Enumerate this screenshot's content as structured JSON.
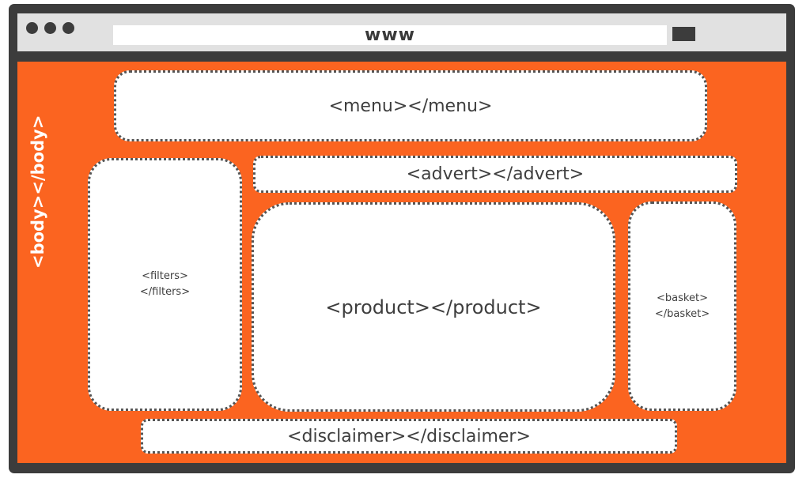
{
  "browser": {
    "url_text": "www",
    "window_dots": [
      "dot-1",
      "dot-2",
      "dot-3"
    ],
    "chrome_color": "#3c3c3c",
    "titlebar_color": "#e1e1e1"
  },
  "body": {
    "label": "<body></body>",
    "background_color": "#fb6420"
  },
  "regions": {
    "menu": {
      "label": "<menu></menu>"
    },
    "advert": {
      "label": "<advert></advert>"
    },
    "filters": {
      "open": "<filters>",
      "close": "</filters>"
    },
    "product": {
      "label": "<product></product>"
    },
    "basket": {
      "open": "<basket>",
      "close": "</basket>"
    },
    "disclaimer": {
      "label": "<disclaimer></disclaimer>"
    }
  }
}
